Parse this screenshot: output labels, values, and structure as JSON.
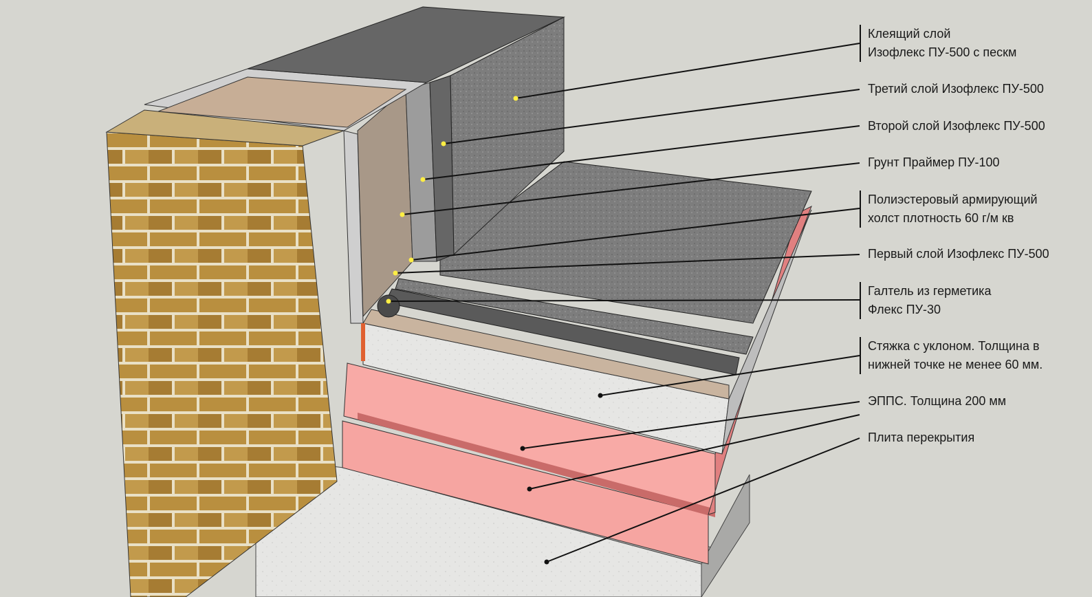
{
  "colors": {
    "background": "#d6d6d0",
    "brick": "#b0893e",
    "insulation": "#f4a3a0",
    "screed": "#cfcfcf",
    "membrane": "#8a8a8a",
    "primer": "#c7b09a",
    "leader_dot": "#ffee44"
  },
  "labels": [
    {
      "id": "adhesive",
      "lines": [
        "Клеящий слой",
        "Изофлекс ПУ-500 с пескм"
      ]
    },
    {
      "id": "third-layer",
      "lines": [
        "Третий слой Изофлекс ПУ-500"
      ]
    },
    {
      "id": "second-layer",
      "lines": [
        "Второй слой Изофлекс ПУ-500"
      ]
    },
    {
      "id": "primer",
      "lines": [
        "Грунт Праймер ПУ-100"
      ]
    },
    {
      "id": "polyester",
      "lines": [
        "Полиэстеровый армирующий",
        "холст плотность 60 г/м кв"
      ]
    },
    {
      "id": "first-layer",
      "lines": [
        "Первый слой Изофлекс ПУ-500"
      ]
    },
    {
      "id": "fillet",
      "lines": [
        "Галтель из герметика",
        "Флекс ПУ-30"
      ]
    },
    {
      "id": "screed",
      "lines": [
        "Стяжка с уклоном. Толщина в",
        "нижней точке не менее 60 мм."
      ]
    },
    {
      "id": "xps",
      "lines": [
        "ЭППС. Толщина 200 мм"
      ]
    },
    {
      "id": "slab",
      "lines": [
        "Плита перекрытия"
      ]
    }
  ]
}
